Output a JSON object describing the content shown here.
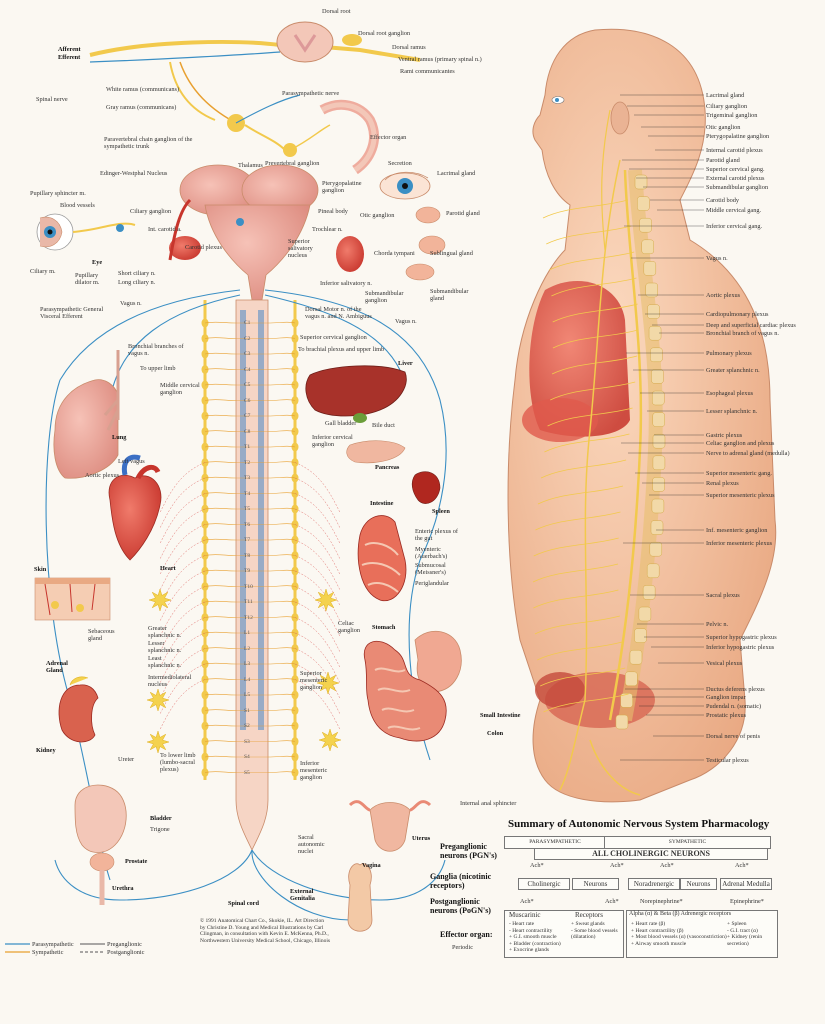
{
  "colors": {
    "parasympathetic": "#3b8fc4",
    "sympathetic": "#e8a030",
    "nerve": "#f2c94c",
    "organ_red": "#d9534f",
    "skin": "#f3c9a6"
  },
  "top_labels": {
    "dorsal_root": "Dorsal root",
    "dorsal_root_ganglion": "Dorsal root ganglion",
    "dorsal_ramus": "Dorsal ramus",
    "ventral_ramus": "Ventral ramus (primary spinal n.)",
    "ramus_communicantes": "Rami communicantes",
    "afferent": "Afferent",
    "efferent": "Efferent",
    "spinal_nerve": "Spinal nerve",
    "white_ramus": "White ramus (communicans)",
    "gray_ramus": "Gray ramus (communicans)",
    "parasympathetic_nerve": "Parasympathetic nerve",
    "paravertebral": "Paravertebral chain ganglion of the sympathetic trunk",
    "prevertebral": "Prevertebral ganglion",
    "effector": "Effector organ"
  },
  "head_labels": {
    "thalamus": "Thalamus",
    "edinger": "Edinger-Westphal Nucleus",
    "pupillary_sphincter": "Pupillary sphincter m.",
    "blood_vessels": "Blood vessels",
    "ciliary_ganglion": "Ciliary ganglion",
    "int_carotid": "Int. carotid a.",
    "carotid_plexus": "Carotid plexus",
    "eye": "Eye",
    "ciliary_m": "Ciliary m.",
    "pupillary_dilator": "Pupillary dilator m.",
    "short_ciliary": "Short ciliary n.",
    "long_ciliary": "Long ciliary n.",
    "pineal": "Pineal body",
    "trochlear": "Trochlear n.",
    "superior_salivatory": "Superior salivatory nucleus",
    "pterygopalatine": "Pterygopalatine ganglion",
    "secretion": "Secretion",
    "lacrimal": "Lacrimal gland",
    "otic": "Otic ganglion",
    "parotid": "Parotid gland",
    "chorda": "Chorda tympani",
    "sublingual": "Sublingual gland",
    "inferior_salivatory": "Inferior salivatory n.",
    "submandibular_ganglion": "Submandibular ganglion",
    "submandibular_gland": "Submandibular gland",
    "dorsal_motor": "Dorsal Motor n. of the vagus n. and N. Ambiguus",
    "superior_cervical": "Superior cervical ganglion",
    "vagus": "Vagus n."
  },
  "left_labels": {
    "parasym_general": "Parasympathetic General Visceral Efferent",
    "bronchial": "Bronchial branches of vagus n.",
    "upper_limb": "To upper limb",
    "middle_cervical": "Middle cervical ganglion",
    "lung": "Lung",
    "left_vagus": "Left vagus",
    "aortic_plexus": "Aortic plexus",
    "heart": "Heart",
    "skin": "Skin",
    "sebaceous": "Sebaceous gland",
    "adrenal": "Adrenal Gland",
    "kidney": "Kidney",
    "ureter": "Ureter",
    "greater_splanchnic": "Greater splanchnic n.",
    "lesser_splanchnic": "Lesser splanchnic n.",
    "least_splanchnic": "Least splanchnic n.",
    "intermediolateral": "Intermediolateral nucleus",
    "lower_limb": "To lower limb (lumbo-sacral plexus)",
    "bladder": "Bladder",
    "trigone": "Trigone",
    "prostate": "Prostate",
    "urethra": "Urethra",
    "spinal_cord": "Spinal cord",
    "external_genitalia": "External Genitalia",
    "sacral_autonomic": "Sacral autonomic nuclei"
  },
  "center_labels": {
    "thoracic_plexus": "To brachial plexus and upper limb",
    "liver": "Liver",
    "gall_bladder": "Gall bladder",
    "bile_duct": "Bile duct",
    "inferior_cervical": "Inferior cervical ganglion",
    "pancreas": "Pancreas",
    "intestine": "Intestine",
    "spleen": "Spleen",
    "enteric": "Enteric plexus of the gut",
    "myenteric": "Myenteric (Auerbach's)",
    "submucosal": "Submucosal (Meissner's)",
    "periglandular": "Periglandular",
    "celiac": "Celiac ganglion",
    "stomach": "Stomach",
    "superior_mesenteric": "Superior mesenteric ganglion",
    "small_intestine": "Small Intestine",
    "colon": "Colon",
    "inferior_mesenteric": "Inferior mesenteric ganglion",
    "internal_anal": "Internal anal sphincter",
    "uterus": "Uterus",
    "vagina": "Vagina",
    "preganglionic_neurons": "Preganglionic neurons (PGN's)",
    "ganglia": "Ganglia (nicotinic receptors)",
    "postganglionic": "Postganglionic neurons (PoGN's)",
    "effector_organ": "Effector organ:",
    "periodic": "Periodic"
  },
  "spine_levels": [
    "C1",
    "C2",
    "C3",
    "C4",
    "C5",
    "C6",
    "C7",
    "C8",
    "T1",
    "T2",
    "T3",
    "T4",
    "T5",
    "T6",
    "T7",
    "T8",
    "T9",
    "T10",
    "T11",
    "T12",
    "L1",
    "L2",
    "L3",
    "L4",
    "L5",
    "S1",
    "S2",
    "S3",
    "S4",
    "S5"
  ],
  "body_labels": [
    "Lacrimal gland",
    "Ciliary ganglion",
    "Trigeminal ganglion",
    "Otic ganglion",
    "Pterygopalatine ganglion",
    "Internal carotid plexus",
    "Parotid gland",
    "Superior cervical gang.",
    "External carotid plexus",
    "Submandibular ganglion",
    "Carotid body",
    "Middle cervical gang.",
    "Inferior cervical gang.",
    "Vagus n.",
    "Aortic plexus",
    "Cardiopulmonary plexus",
    "Deep and superficial cardiac plexus",
    "Bronchial branch of vagus n.",
    "Pulmonary plexus",
    "Greater splanchnic n.",
    "Esophageal plexus",
    "Lesser splanchnic n.",
    "Gastric plexus",
    "Celiac ganglion and plexus",
    "Nerve to adrenal gland (medulla)",
    "Superior mesenteric gang.",
    "Renal plexus",
    "Superior mesenteric plexus",
    "Inf. mesenteric ganglion",
    "Inferior mesenteric plexus",
    "Sacral plexus",
    "Pelvic n.",
    "Superior hypogastric plexus",
    "Inferior hypogastric plexus",
    "Vesical plexus",
    "Ductus deferens plexus",
    "Ganglion impar",
    "Pudendal n. (somatic)",
    "Prostatic plexus",
    "Dorsal nerve of penis",
    "Testicular plexus"
  ],
  "pharmacology": {
    "title": "Summary of Autonomic Nervous System Pharmacology",
    "para": "PARASYMPATHETIC",
    "symp": "SYMPATHETIC",
    "all_cholinergic": "ALL CHOLINERGIC NEURONS",
    "ach": "Ach*",
    "cholinergic": "Cholinergic",
    "neurons": "Neurons",
    "noradrenergic": "Noradrenergic",
    "adrenal_medulla": "Adrenal Medulla",
    "muscarinic": "Muscarinic",
    "receptors": "Receptors",
    "alpha_beta": "Alpha (α) & Beta (β) Adrenergic receptors",
    "norepinephrine": "Norepinephrine*",
    "epinephrine": "Epinephrine*",
    "para_effects": [
      "- Heart rate",
      "- Heart contractility",
      "+ G.I. smooth muscle",
      "+ Bladder (contraction)",
      "+ Exocrine glands"
    ],
    "symp_effects_chol": [
      "+ Sweat glands",
      "- Some blood vessels (dilatation)"
    ],
    "symp_effects_adr": [
      "+ Heart rate (β)",
      "+ Heart contractility (β)",
      "+ Most blood vessels (α) (vasoconstriction)",
      "+ Airway smooth muscle"
    ],
    "medulla_effects": [
      "+ Spleen",
      "- G.I. tract (α)",
      "+ Kidney (renin secretion)"
    ]
  },
  "legend": {
    "parasym": "Parasympathetic",
    "symp": "Sympathetic",
    "pre": "Preganglionic",
    "post": "Postganglionic"
  },
  "credit": "© 1991 Anatomical Chart Co., Skokie, IL. Art Direction by Christine D. Young and Medical Illustrations by Carl Clingman, in consultation with Kevin E. McKenna, Ph.D., Northwestern University Medical School, Chicago, Illinois"
}
